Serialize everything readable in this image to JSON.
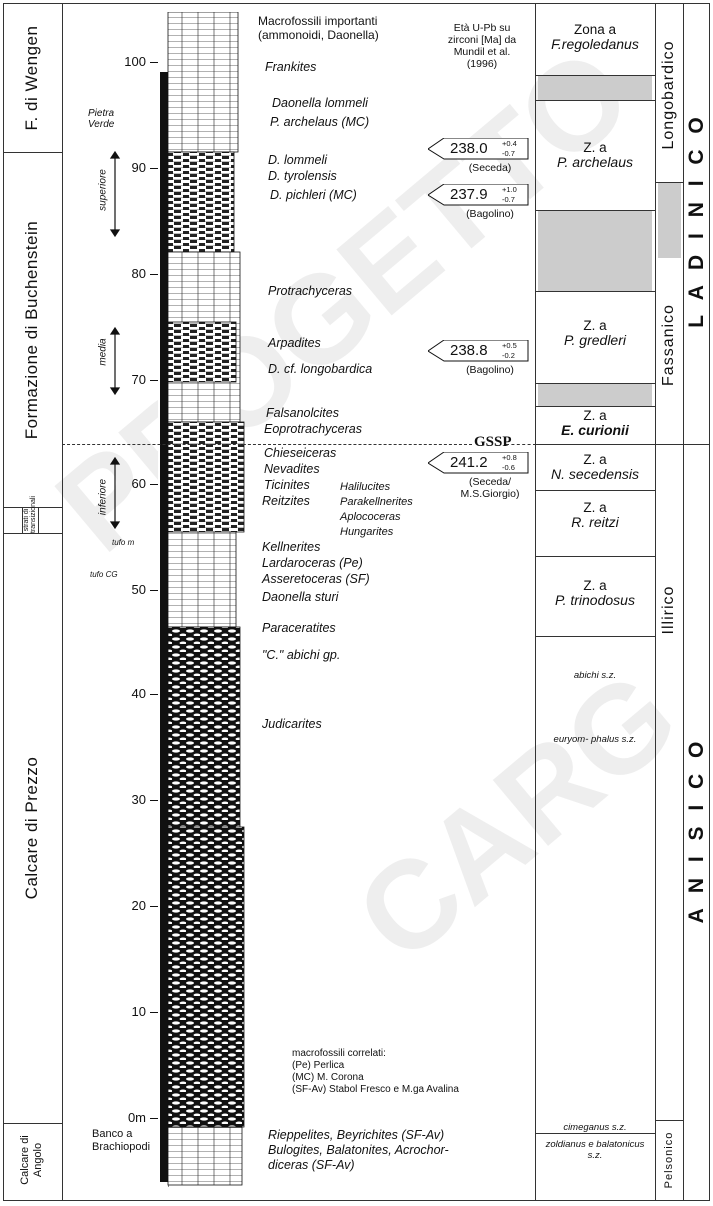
{
  "formations": {
    "wengen": "F. di Wengen",
    "buchenstein": "Formazione di Buchenstein",
    "prezzo": "Calcare di Prezzo",
    "angolo": "Calcare di Angolo",
    "strati": "strati di transizionali",
    "pietra_verde": "Pietra Verde",
    "tufo_m": "tufo m",
    "tufo_cg": "tufo CG",
    "banco": "Banco a Brachiopodi"
  },
  "members": {
    "superiore": "superiore",
    "media": "media",
    "inferiore": "inferiore"
  },
  "scale": {
    "ticks": [
      "100",
      "90",
      "80",
      "70",
      "60",
      "50",
      "40",
      "30",
      "20",
      "10",
      "0m"
    ]
  },
  "fossils": {
    "header": "Macrofossili importanti (ammonoidi, Daonella)",
    "list": [
      "Frankites",
      "Daonella lommeli",
      "P. archelaus (MC)",
      "D. lommeli",
      "D. tyrolensis",
      "D. pichleri (MC)",
      "Protrachyceras",
      "Arpadites",
      "D. cf. longobardica",
      "Falsanolcites",
      "Eoprotrachyceras",
      "Chieseiceras",
      "Nevadites",
      "Ticinites",
      "Halilucites",
      "Parakellnerites",
      "Aplococeras",
      "Hungarites",
      "Reitzites",
      "Kellnerites",
      "Lardaroceras (Pe)",
      "Asseretoceras (SF)",
      "Daonella sturi",
      "Paraceratites",
      "\"C.\" abichi gp.",
      "Judicarites",
      "Rieppelites, Beyrichites (SF-Av)",
      "Bulogites, Balatonites, Acrochor-",
      "diceras (SF-Av)"
    ],
    "legend": [
      "macrofossili correlati:",
      "(Pe) Perlica",
      "(MC) M. Corona",
      "(SF-Av) Stabol Fresco e M.ga Avalina"
    ]
  },
  "ages": {
    "header": "Età U-Pb su zirconi [Ma] da Mundil et al. (1996)",
    "dates": [
      {
        "value": "238.0",
        "plus": "+0.4",
        "minus": "-0.7",
        "site": "(Seceda)"
      },
      {
        "value": "237.9",
        "plus": "+1.0",
        "minus": "-0.7",
        "site": "(Bagolino)"
      },
      {
        "value": "238.8",
        "plus": "+0.5",
        "minus": "-0.2",
        "site": "(Bagolino)"
      },
      {
        "value": "241.2",
        "plus": "+0.8",
        "minus": "-0.6",
        "site": "(Seceda/ M.S.Giorgio)"
      }
    ]
  },
  "gssp": "GSSP",
  "zones": [
    {
      "pre": "Zona a",
      "name": "F.regoledanus"
    },
    {
      "pre": "Z. a",
      "name": "P. archelaus"
    },
    {
      "pre": "Z. a",
      "name": "P. gredleri"
    },
    {
      "pre": "Z. a",
      "name": "E. curionii"
    },
    {
      "pre": "Z. a",
      "name": "N. secedensis"
    },
    {
      "pre": "Z. a",
      "name": "R. reitzi"
    },
    {
      "pre": "Z. a",
      "name": "P. trinodosus"
    }
  ],
  "subzones": [
    "abichi s.z.",
    "euryom- phalus s.z.",
    "cimeganus s.z.",
    "zoldianus e balatonicus s.z."
  ],
  "substages": [
    "Longobardico",
    "Fassanico",
    "Illirico",
    "Pelsonico"
  ],
  "stages": [
    "L A D I N I C O",
    "A N I S I C O"
  ],
  "watermark": [
    "PROGETTO",
    "CARG"
  ]
}
